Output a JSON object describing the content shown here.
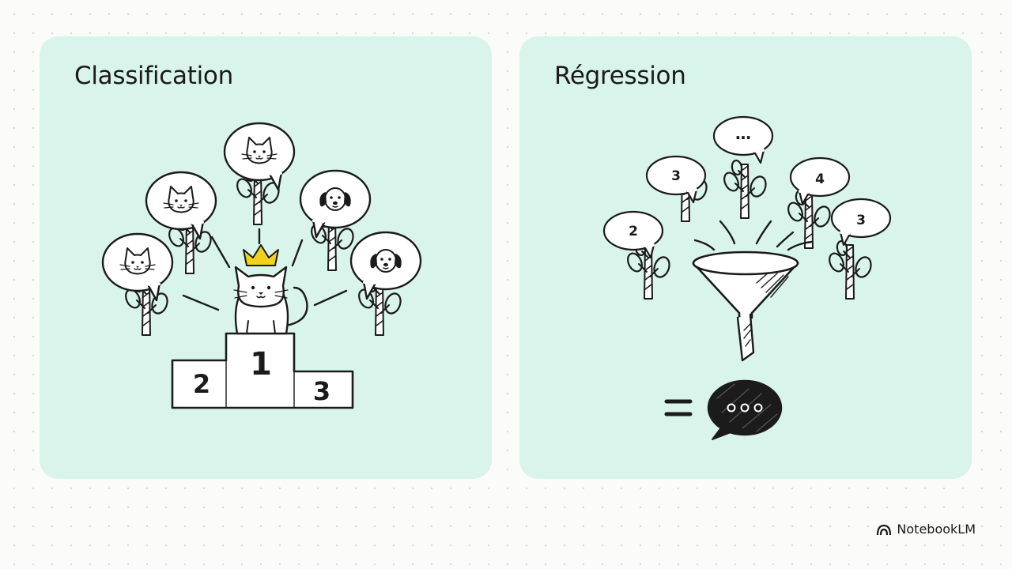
{
  "panels": {
    "classification": {
      "title": "Classification",
      "podium": {
        "first": "1",
        "second": "2",
        "third": "3"
      }
    },
    "regression": {
      "title": "Régression",
      "bubbles": [
        "2",
        "3",
        "…",
        "4",
        "3"
      ]
    }
  },
  "brand": {
    "label": "NotebookLM",
    "icon": "notebooklm-logo-icon"
  },
  "colors": {
    "panel_bg": "#d9f4ea",
    "ink": "#1b1b1b",
    "crown": "#f1d21b",
    "page_bg": "#fbfbfa"
  }
}
